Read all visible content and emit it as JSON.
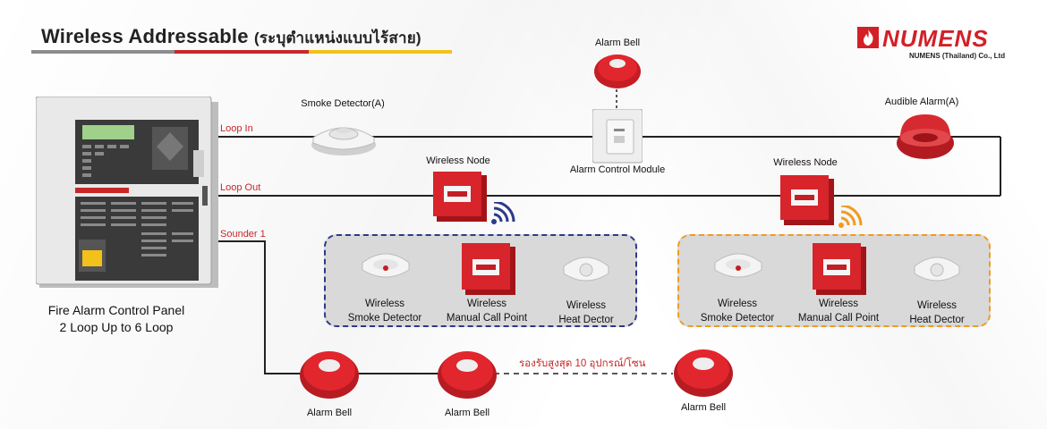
{
  "header": {
    "title": "Wireless Addressable",
    "title_thai": "(ระบุตำแหน่งแบบไร้สาย)",
    "bar_colors": [
      "#8c8c8c",
      "#c62828",
      "#f2c21b"
    ]
  },
  "logo": {
    "brand": "NUMENS",
    "company": "NUMENS (Thailand) Co., Ltd",
    "icon": "flame-logo-icon",
    "color": "#d32027"
  },
  "panel": {
    "caption_line1": "Fire Alarm Control Panel",
    "caption_line2": "2 Loop Up to 6 Loop",
    "icon": "fire-alarm-panel-icon"
  },
  "wires": {
    "loop_in": "Loop In",
    "loop_out": "Loop Out",
    "sounder": "Sounder 1",
    "wire_color": "#222222",
    "label_color": "#c62828"
  },
  "devices": {
    "smoke_detector": "Smoke Detector(A)",
    "alarm_bell_top": "Alarm Bell",
    "alarm_control_module": "Alarm Control Module",
    "audible_alarm": "Audible Alarm(A)",
    "wireless_node_left": "Wireless Node",
    "wireless_node_right": "Wireless Node"
  },
  "wireless_groups": [
    {
      "border_color": "#2b3a8a",
      "signal_color": "#2b3a8a",
      "items": [
        {
          "line1": "Wireless",
          "line2": "Smoke Detector",
          "icon": "smoke-detector-icon"
        },
        {
          "line1": "Wireless",
          "line2": "Manual Call Point",
          "icon": "manual-call-point-icon"
        },
        {
          "line1": "Wireless",
          "line2": "Heat Dector",
          "icon": "heat-detector-icon"
        }
      ]
    },
    {
      "border_color": "#f29a1f",
      "signal_color": "#f29a1f",
      "items": [
        {
          "line1": "Wireless",
          "line2": "Smoke Detector",
          "icon": "smoke-detector-icon"
        },
        {
          "line1": "Wireless",
          "line2": "Manual Call Point",
          "icon": "manual-call-point-icon"
        },
        {
          "line1": "Wireless",
          "line2": "Heat Dector",
          "icon": "heat-detector-icon"
        }
      ]
    }
  ],
  "sounder_chain": {
    "bells": [
      "Alarm Bell",
      "Alarm Bell",
      "Alarm Bell"
    ],
    "note": "รองรับสูงสุด 10 อุปกรณ์/โซน",
    "bell_color": "#d32027"
  }
}
